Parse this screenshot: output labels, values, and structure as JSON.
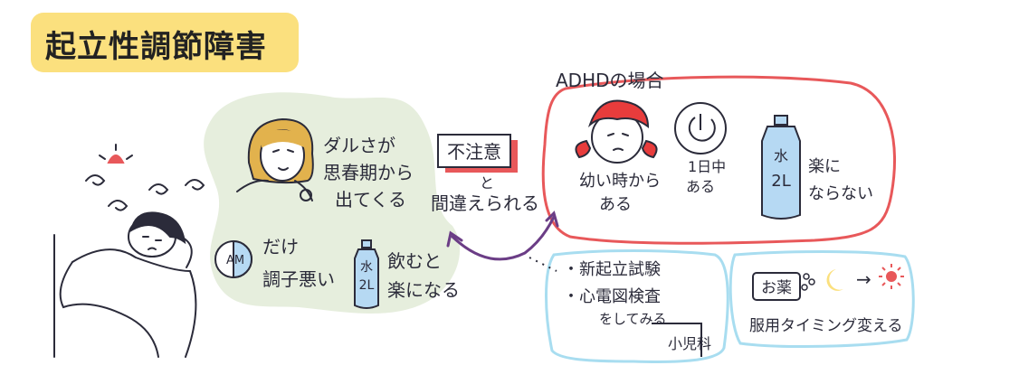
{
  "title": "起立性調節障害",
  "colors": {
    "title_bg": "#fbe07e",
    "green_blob": "#e6eedd",
    "red_outline": "#e8585a",
    "blue_outline": "#a8ddf0",
    "purple": "#6b3d86",
    "water": "#b6d9f3",
    "hair_brown": "#e2b24d",
    "hair_red": "#e83c3c"
  },
  "symptoms": {
    "dull_line1": "ダルさが",
    "dull_line2": "思春期から",
    "dull_line3": "出てくる",
    "am_label": "AM",
    "am_only": "だけ",
    "am_bad": "調子悪い",
    "water_label1": "水",
    "water_label2": "2L",
    "drink_line1": "飲むと",
    "drink_line2": "楽になる"
  },
  "middle": {
    "inattention": "不注意",
    "to": "と",
    "mistaken": "間違えられる"
  },
  "adhd": {
    "heading": "ADHDの場合",
    "since_young1": "幼い時から",
    "since_young2": "ある",
    "all_day1": "1日中",
    "all_day2": "ある",
    "water_label1": "水",
    "water_label2": "2L",
    "not_easier1": "楽に",
    "not_easier2": "ならない"
  },
  "tests": {
    "item1": "・新起立試験",
    "item2": "・心電図検査",
    "try_it": "をしてみる",
    "pediatrics": "小児科"
  },
  "medicine": {
    "label": "お薬",
    "arrow": "→",
    "change_timing": "服用タイミング変える"
  }
}
